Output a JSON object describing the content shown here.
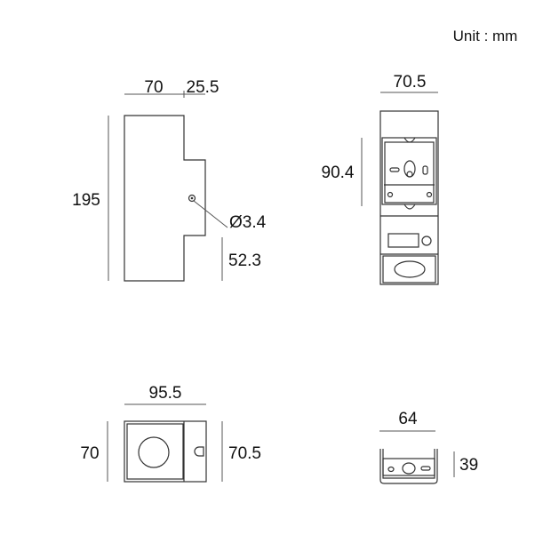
{
  "unit_label": "Unit : mm",
  "side_view": {
    "width_main": "70",
    "width_step": "25.5",
    "height": "195",
    "hole": "Ø3.4",
    "step_height": "52.3"
  },
  "front_view": {
    "width": "70.5",
    "plate_height": "90.4"
  },
  "top_view": {
    "width": "95.5",
    "depth_left": "70",
    "depth_right": "70.5"
  },
  "bracket_view": {
    "width": "64",
    "height": "39"
  }
}
